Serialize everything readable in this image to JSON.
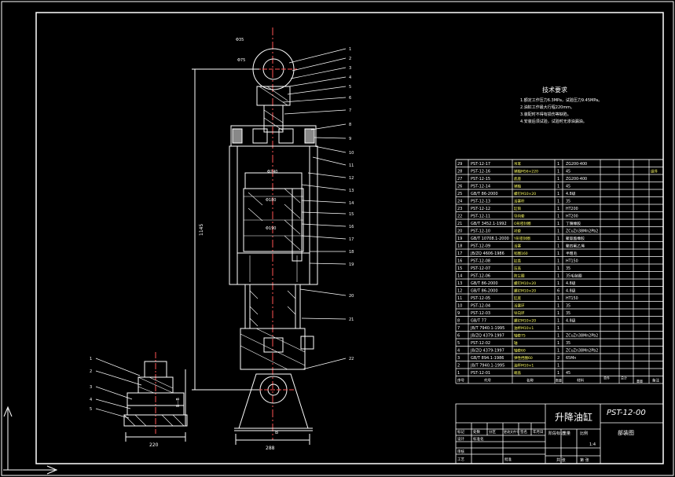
{
  "drawing": {
    "tech_title": "技术要求",
    "tech_notes": [
      "1.额定工作压力6.3MPa，试验压力9.45MPa。",
      "2.油缸工作最大行程220mm。",
      "3.装配时不得有损伤等缺陷。",
      "4.安装后须试验，试验时无渗油漏油。"
    ],
    "title_block": {
      "product_name": "升降油缸",
      "drawing_no": "PST-12-00",
      "view_name": "部装图",
      "scale": "1:4",
      "sheet_label": "共 张",
      "sheet_label2": "第 张",
      "stage": "阶段标记",
      "weight": "重量",
      "ratio": "比例",
      "rows": [
        "标记",
        "处数",
        "分区",
        "更改文件号",
        "签名",
        "年月日"
      ],
      "roles": [
        "设计",
        "标准化",
        "审核",
        "工艺",
        "批准"
      ]
    },
    "dimensions": {
      "width_main": "288",
      "width_left": "220",
      "height_total": "1145",
      "dia_top": "Φ35",
      "dia_eye": "Φ75",
      "dia_body": "Φ240",
      "dia_rod": "Φ180",
      "dia_inner": "Φ190",
      "b_label": "B",
      "bb_label": "B—B"
    },
    "bom": [
      {
        "no": "29",
        "code": "PST-12-17",
        "name": "吊耳",
        "qty": "1",
        "mat": "ZG200-400",
        "note": ""
      },
      {
        "no": "28",
        "code": "PST-12-16",
        "name": "销轴M56×220",
        "qty": "1",
        "mat": "45",
        "note": "组件"
      },
      {
        "no": "27",
        "code": "PST-12-15",
        "name": "底座",
        "qty": "1",
        "mat": "ZG200-400",
        "note": ""
      },
      {
        "no": "26",
        "code": "PST-12-14",
        "name": "销轴",
        "qty": "1",
        "mat": "45",
        "note": ""
      },
      {
        "no": "25",
        "code": "GB/T 86-2000",
        "name": "螺钉M10×20",
        "qty": "1",
        "mat": "4.8级",
        "note": ""
      },
      {
        "no": "24",
        "code": "PST-12-13",
        "name": "活塞杆",
        "qty": "1",
        "mat": "35",
        "note": ""
      },
      {
        "no": "23",
        "code": "PST-12-12",
        "name": "缸筒",
        "qty": "1",
        "mat": "HT200",
        "note": ""
      },
      {
        "no": "22",
        "code": "PST-12-11",
        "name": "导向套",
        "qty": "1",
        "mat": "HT200",
        "note": ""
      },
      {
        "no": "21",
        "code": "GB/T 3452.1-1992",
        "name": "O形密封圈",
        "qty": "1",
        "mat": "丁腈橡胶",
        "note": ""
      },
      {
        "no": "20",
        "code": "PST-12-10",
        "name": "衬套",
        "qty": "1",
        "mat": "ZCuZn38Mn2Pb2",
        "note": ""
      },
      {
        "no": "19",
        "code": "GB/T 10708.1-2000",
        "name": "Y形密封圈",
        "qty": "1",
        "mat": "聚氨酯橡胶",
        "note": ""
      },
      {
        "no": "18",
        "code": "PST-12-09",
        "name": "活塞",
        "qty": "1",
        "mat": "聚四氟乙烯",
        "note": ""
      },
      {
        "no": "17",
        "code": "JB/ZQ 4606-1986",
        "name": "毡圈160",
        "qty": "1",
        "mat": "半粗毛",
        "note": ""
      },
      {
        "no": "16",
        "code": "PST-12-08",
        "name": "缸盖",
        "qty": "1",
        "mat": "HT150",
        "note": ""
      },
      {
        "no": "15",
        "code": "PST-12-07",
        "name": "压盖",
        "qty": "1",
        "mat": "35",
        "note": ""
      },
      {
        "no": "14",
        "code": "PST-12-06",
        "name": "防尘圈",
        "qty": "1",
        "mat": "35毛毡圈",
        "note": ""
      },
      {
        "no": "13",
        "code": "GB/T 86-2000",
        "name": "螺钉M10×20",
        "qty": "1",
        "mat": "4.8级",
        "note": ""
      },
      {
        "no": "12",
        "code": "GB/T 86-2000",
        "name": "螺钉M10×20",
        "qty": "6",
        "mat": "4.8级",
        "note": ""
      },
      {
        "no": "11",
        "code": "PST-12-05",
        "name": "缸底",
        "qty": "1",
        "mat": "HT150",
        "note": ""
      },
      {
        "no": "10",
        "code": "PST-12-04",
        "name": "活塞环",
        "qty": "1",
        "mat": "35",
        "note": ""
      },
      {
        "no": "9",
        "code": "PST-12-03",
        "name": "导向环",
        "qty": "1",
        "mat": "35",
        "note": ""
      },
      {
        "no": "8",
        "code": "GB/T 77",
        "name": "螺钉M10×20",
        "qty": "1",
        "mat": "4.8级",
        "note": ""
      },
      {
        "no": "7",
        "code": "JB/T 7940.1-1995",
        "name": "油杯M10×1",
        "qty": "1",
        "mat": "",
        "note": ""
      },
      {
        "no": "6",
        "code": "JB/ZQ 4379-1997",
        "name": "轴套75",
        "qty": "1",
        "mat": "ZCuZn38Mn2Pb2",
        "note": ""
      },
      {
        "no": "5",
        "code": "PST-12-02",
        "name": "轴",
        "qty": "1",
        "mat": "35",
        "note": ""
      },
      {
        "no": "4",
        "code": "JB/ZQ 4379-1997",
        "name": "轴套60",
        "qty": "1",
        "mat": "ZCuZn38Mn2Pb2",
        "note": ""
      },
      {
        "no": "3",
        "code": "GB/T 894.1-1986",
        "name": "弹性挡圈60",
        "qty": "2",
        "mat": "65Mn",
        "note": ""
      },
      {
        "no": "2",
        "code": "JB/T 7940.1-1995",
        "name": "油杯M10×1",
        "qty": "1",
        "mat": "",
        "note": ""
      },
      {
        "no": "1",
        "code": "PST-12-01",
        "name": "端盖",
        "qty": "1",
        "mat": "45",
        "note": ""
      }
    ],
    "bom_header": {
      "no": "序号",
      "code": "代号",
      "name": "名称",
      "qty": "数量",
      "mat": "材料",
      "unit": "单件",
      "total": "总计",
      "weight": "重量",
      "note": "备注"
    }
  }
}
